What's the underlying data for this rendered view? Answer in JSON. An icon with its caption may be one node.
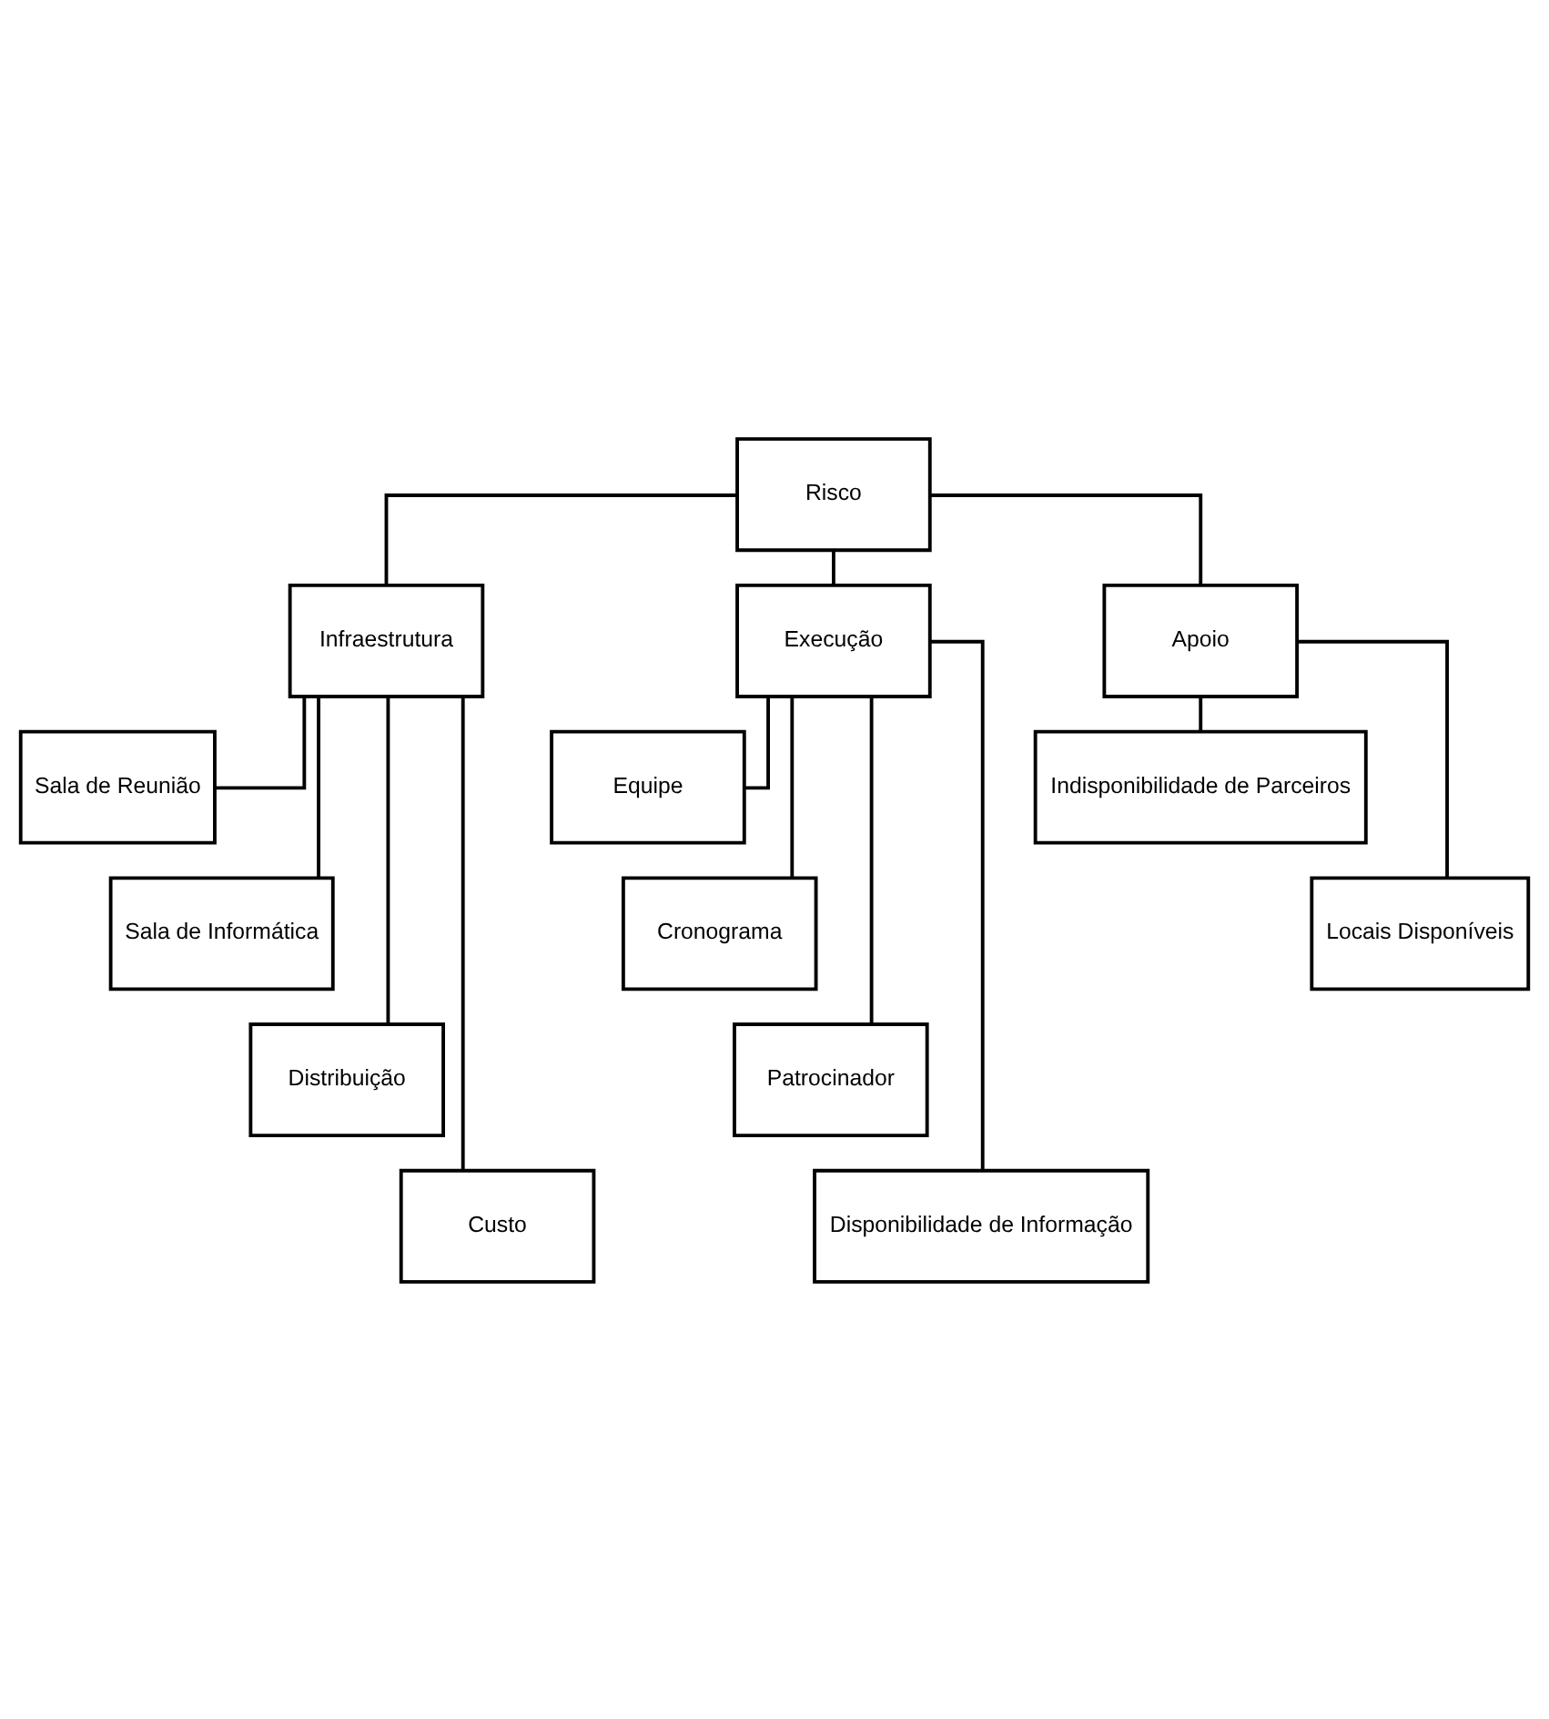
{
  "diagram": {
    "nodes": [
      {
        "text": [
          "Risco"
        ]
      },
      {
        "text": [
          "Infraestrutura"
        ]
      },
      {
        "text": [
          "Execução"
        ]
      },
      {
        "text": [
          "Apoio"
        ]
      },
      {
        "text": [
          "Sala de Reunião"
        ]
      },
      {
        "text": [
          "Sala de Informática"
        ]
      },
      {
        "text": [
          "Distribuição"
        ]
      },
      {
        "text": [
          "Custo"
        ]
      },
      {
        "text": [
          "Equipe"
        ]
      },
      {
        "text": [
          "Cronograma"
        ]
      },
      {
        "text": [
          "Patrocinador"
        ]
      },
      {
        "text": [
          "Disponibilidade de Informação"
        ]
      },
      {
        "text": [
          "Indisponibilidade de Parceiros"
        ]
      },
      {
        "text": [
          "Locais Disponíveis"
        ]
      }
    ],
    "edges": [
      {
        "from": 0,
        "to": 1,
        "arrow": "none"
      },
      {
        "from": 0,
        "to": 2,
        "arrow": "none"
      },
      {
        "from": 0,
        "to": 3,
        "arrow": "none"
      },
      {
        "from": 1,
        "to": 4,
        "arrow": "none"
      },
      {
        "from": 1,
        "to": 5,
        "arrow": "none"
      },
      {
        "from": 1,
        "to": 6,
        "arrow": "none"
      },
      {
        "from": 1,
        "to": 7,
        "arrow": "none"
      },
      {
        "from": 2,
        "to": 8,
        "arrow": "none"
      },
      {
        "from": 2,
        "to": 9,
        "arrow": "none"
      },
      {
        "from": 2,
        "to": 10,
        "arrow": "none"
      },
      {
        "from": 2,
        "to": 11,
        "arrow": "none"
      },
      {
        "from": 3,
        "to": 12,
        "arrow": "none"
      },
      {
        "from": 3,
        "to": 13,
        "arrow": "none"
      }
    ]
  }
}
